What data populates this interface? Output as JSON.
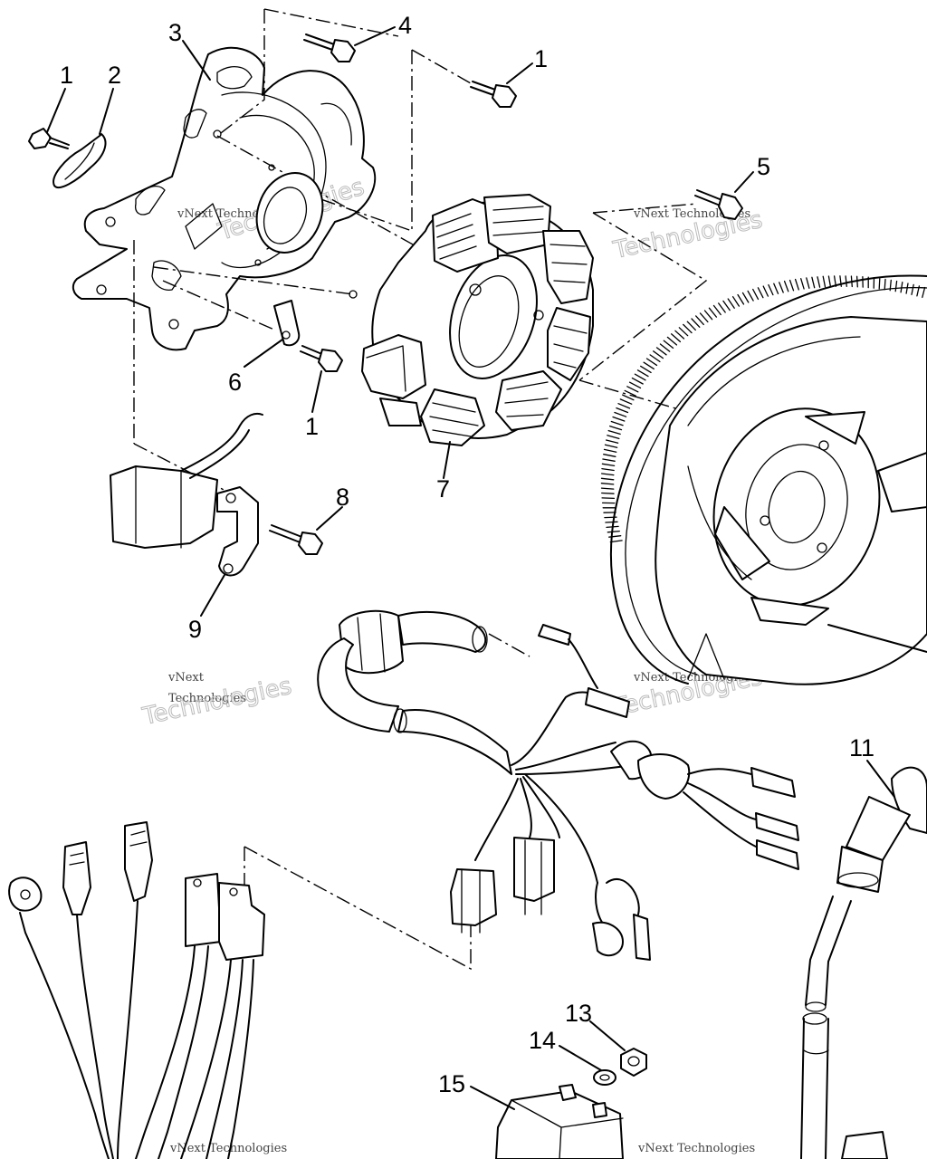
{
  "callouts": {
    "c1a": "1",
    "c2": "2",
    "c3": "3",
    "c4": "4",
    "c1b": "1",
    "c5": "5",
    "c6": "6",
    "c1c": "1",
    "c7": "7",
    "c8": "8",
    "c9": "9",
    "c11": "11",
    "c13": "13",
    "c14": "14",
    "c15": "15"
  },
  "watermark": {
    "line1": "vNext Technologies",
    "big": "Technologies",
    "small_a": "vNext",
    "small_b": "Technologies"
  }
}
